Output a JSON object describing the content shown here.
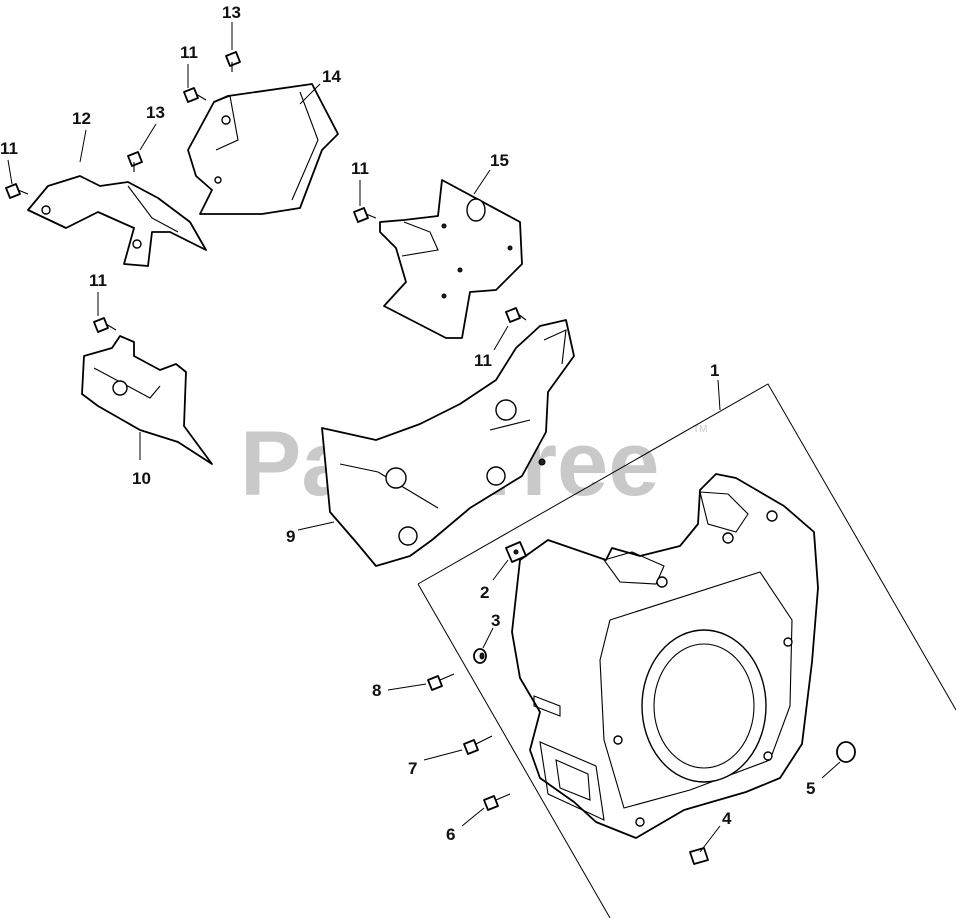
{
  "watermark": {
    "text": "PartsTree",
    "tm": "TM",
    "color": "#c9c9c9"
  },
  "callouts": [
    {
      "id": "1",
      "text": "1"
    },
    {
      "id": "2",
      "text": "2"
    },
    {
      "id": "3",
      "text": "3"
    },
    {
      "id": "4",
      "text": "4"
    },
    {
      "id": "5",
      "text": "5"
    },
    {
      "id": "6",
      "text": "6"
    },
    {
      "id": "7",
      "text": "7"
    },
    {
      "id": "8",
      "text": "8"
    },
    {
      "id": "9",
      "text": "9"
    },
    {
      "id": "10",
      "text": "10"
    },
    {
      "id": "11a",
      "text": "11"
    },
    {
      "id": "11b",
      "text": "11"
    },
    {
      "id": "11c",
      "text": "11"
    },
    {
      "id": "11d",
      "text": "11"
    },
    {
      "id": "11e",
      "text": "11"
    },
    {
      "id": "12",
      "text": "12"
    },
    {
      "id": "13a",
      "text": "13"
    },
    {
      "id": "13b",
      "text": "13"
    },
    {
      "id": "14",
      "text": "14"
    },
    {
      "id": "15",
      "text": "15"
    }
  ]
}
